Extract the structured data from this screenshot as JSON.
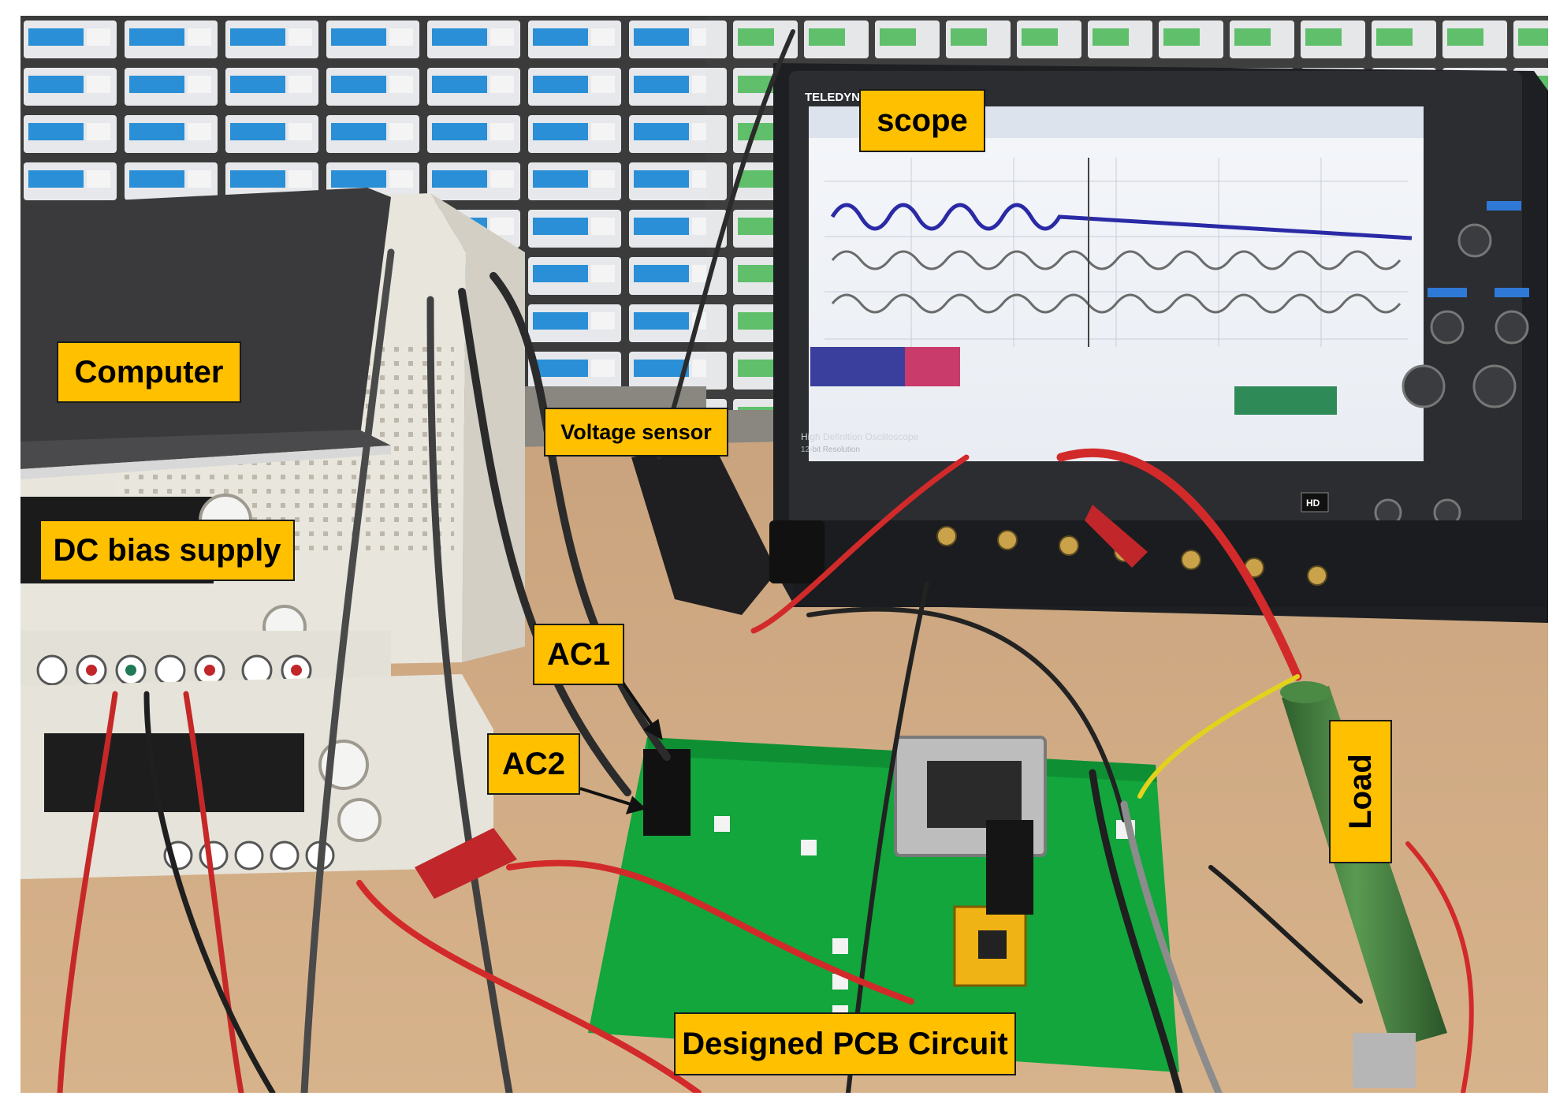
{
  "labels": {
    "computer": "Computer",
    "dc_bias_supply": "DC bias supply",
    "voltage_sensor": "Voltage sensor",
    "scope": "scope",
    "ac1": "AC1",
    "ac2": "AC2",
    "pcb": "Designed PCB Circuit",
    "load": "Load"
  },
  "scope_panel": {
    "brand": "TELEDYNE LE",
    "model_line": "High Definition Oscilloscope",
    "resolution": "12-bit Resolution",
    "hd": "HD"
  },
  "colors": {
    "label_fill": "#ffc000",
    "label_border": "#1a1a1a",
    "pcb_green": "#12a63c",
    "bench_wood": "#cfa77f",
    "resistor_green": "#3f7a3a"
  }
}
